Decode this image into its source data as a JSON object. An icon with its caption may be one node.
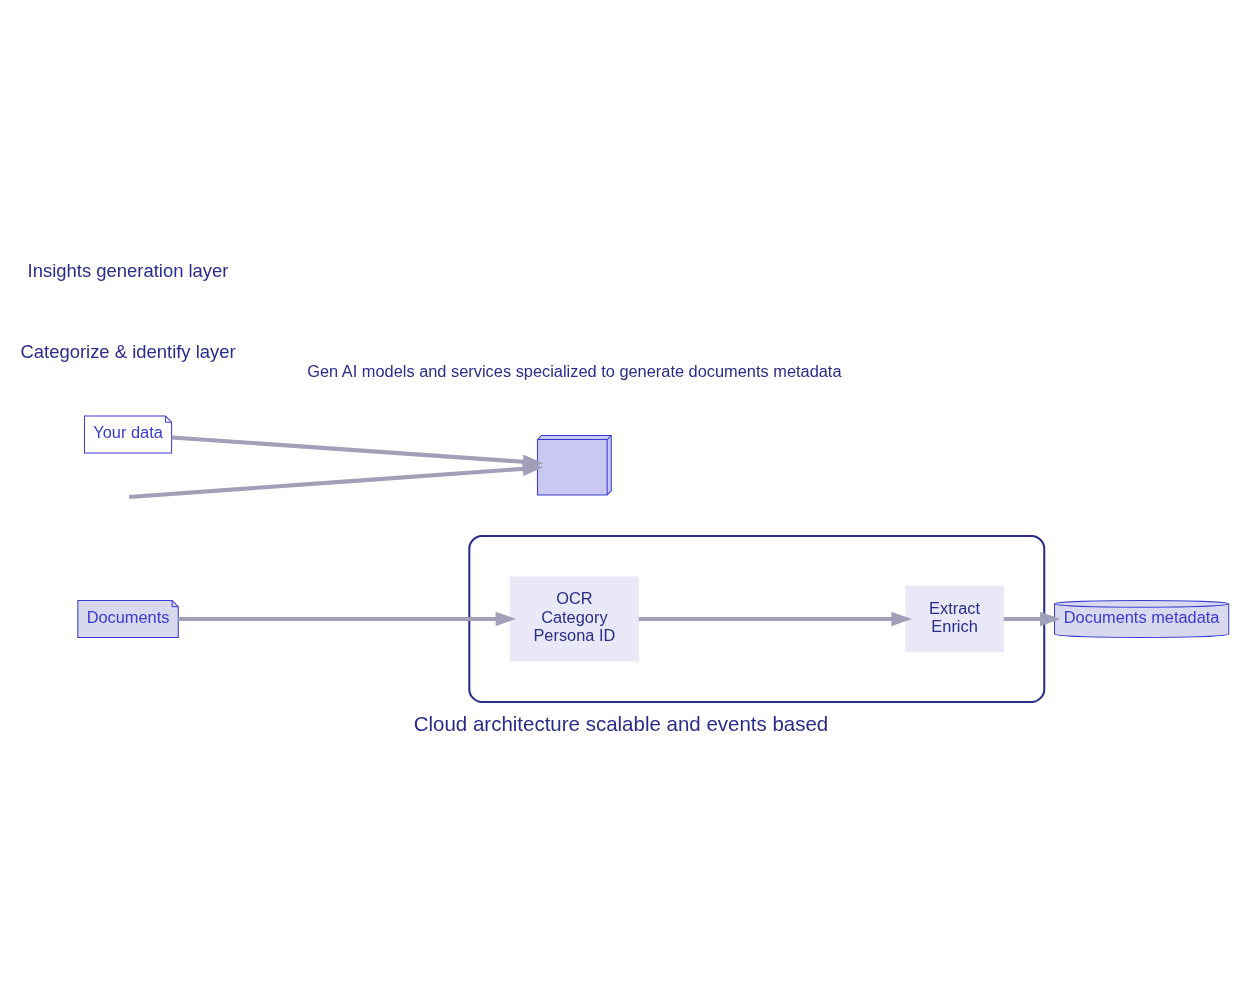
{
  "diagram": {
    "caption": "Cloud architecture scalable and events based",
    "nodes": [
      {
        "text": [],
        "shape": "cloud"
      },
      {
        "text": [
          "OCR",
          "Category",
          "Persona ID"
        ],
        "in": 0
      },
      {
        "text": [
          "Extract",
          "Enrich"
        ],
        "in": 0
      },
      {
        "text": [
          "Documents"
        ]
      },
      {
        "text": [
          "Documents metadata"
        ]
      },
      {
        "text": [],
        "shape": "box",
        "beside": [
          "Gen AI models and services specialized to generate documents metadata"
        ]
      },
      {
        "text": [
          "Your data"
        ]
      }
    ],
    "edges": [
      {
        "from": 3,
        "to": 1,
        "arrow": "to"
      },
      {
        "from": 1,
        "to": 2,
        "arrow": "to"
      },
      {
        "from": 2,
        "to": 4,
        "arrow": "to"
      },
      {
        "from": 6,
        "to": 5,
        "arrow": "to"
      },
      {
        "from": null,
        "to": 5,
        "arrow": "to"
      }
    ],
    "labels": [
      "Categorize & identify layer",
      "Insights generation layer"
    ]
  }
}
